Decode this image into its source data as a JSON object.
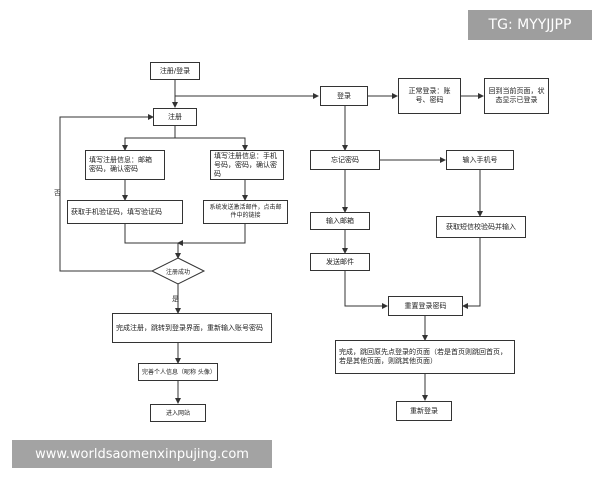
{
  "watermarks": {
    "tg": "TG: MYYJJPP",
    "url": "www.worldsaomenxinpujing.com"
  },
  "nodes": {
    "start": "注册/登录",
    "register": "注册",
    "fill_email": "填写注册信息：邮箱 密码，确认密码",
    "fill_phone": "填写注册信息：手机号码，密码，确认密码",
    "get_phone_code": "获取手机验证码，填写验证码",
    "send_email": "系统发送激活邮件，点击邮件中的链接",
    "decision": "注册成功",
    "done_register": "完成注册，跳转到登录界面，重新输入账号密码",
    "complete_profile": "完善个人信息（昵称 头像）",
    "enter_site": "进入网站",
    "login": "登录",
    "normal_login": "正常登录：账号、密码",
    "back_page": "回到当前页面，状态显示已登录",
    "forgot": "忘记密码",
    "input_phone": "输入手机号",
    "input_email": "输入邮箱",
    "get_sms": "获取短信校验码并输入",
    "send_mail": "发送邮件",
    "reset": "重置登录密码",
    "finish_reset": "完成，跳回原先点登录的页面（若是首页则跳回首页，若是其他页面，则跳其他页面）",
    "relogin": "重新登录"
  },
  "labels": {
    "no": "否",
    "yes": "是"
  }
}
